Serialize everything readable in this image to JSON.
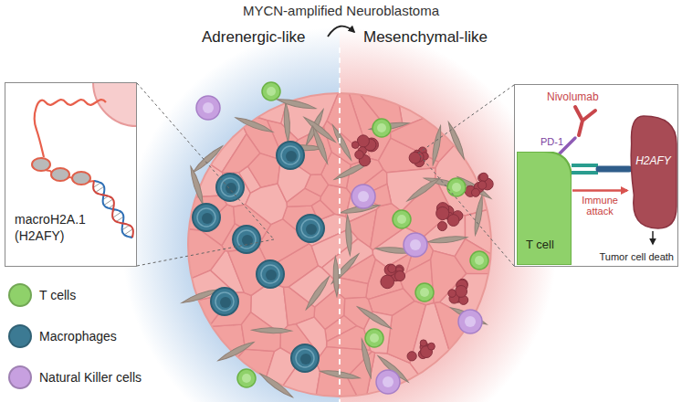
{
  "diagram": {
    "title": "MYCN-amplified Neuroblastoma",
    "nodes": [
      {
        "text": [
          "macroH2A.1 (H2AFY)"
        ]
      },
      {
        "text": [
          "Nivolumab",
          "PD-1",
          "Tumor cell death"
        ]
      },
      {
        "text": [
          "T cell"
        ],
        "in": 1
      },
      {
        "text": [
          "H2AFY"
        ],
        "in": 1
      }
    ],
    "edges": [
      {
        "from": 2,
        "to": 3,
        "label": "Immune attack",
        "arrow": "to"
      }
    ],
    "labels": [
      "Adrenergic-like",
      "Mesenchymal-like"
    ],
    "legend": [
      {
        "text": "T cells",
        "color": "#8fd16a"
      },
      {
        "text": "Macrophages",
        "color": "#3c7a93"
      },
      {
        "text": "Natural Killer cells",
        "color": "#c7a0e0"
      }
    ]
  }
}
